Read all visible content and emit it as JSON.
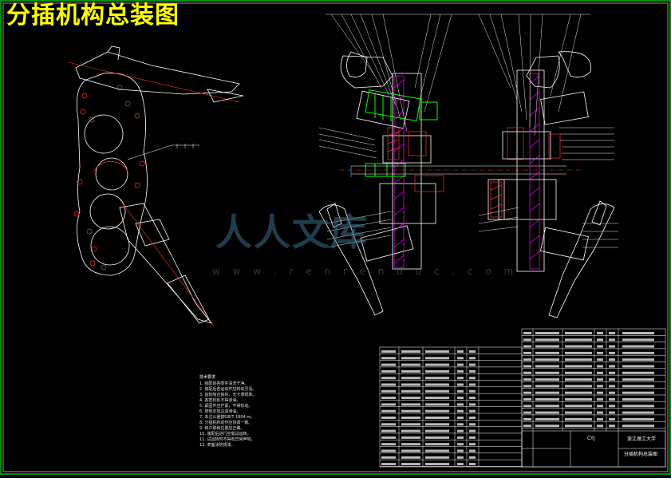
{
  "drawing": {
    "title": "分插机构总装图",
    "watermark_text": "人人文库",
    "watermark_url": "w w w . r e n r e n d o c . c o m",
    "notes_heading": "技术要求",
    "notes": [
      "1. 装配前各零件清洗干净。",
      "2. 装配后各运动件应转动灵活。",
      "3. 齿轮啮合良好，无卡滞现象。",
      "4. 各密封处不得渗油。",
      "5. 紧固件应拧紧，不得松动。",
      "6. 按规定加注润滑油。",
      "7. 未注公差按GB/T 1804-m。",
      "8. 分插机构动作应协调一致。",
      "9. 秧爪取秧位置应正确。",
      "10. 装配后进行空载试运转。",
      "11. 试运转时不得有异常声响。",
      "12. 表面涂防锈漆。"
    ],
    "titleblock": {
      "school": "浙江理工大学",
      "drawing_name": "分插机构总装图",
      "code": "CYJ"
    }
  },
  "colors": {
    "background": "#000000",
    "line": "#ffffff",
    "gear_magenta": "#ff00ff",
    "part_green": "#00ff00",
    "hatch_red": "#ff3030",
    "title_yellow": "#ffff00",
    "cyan": "#00e5ff",
    "frame_green": "#00c000"
  }
}
